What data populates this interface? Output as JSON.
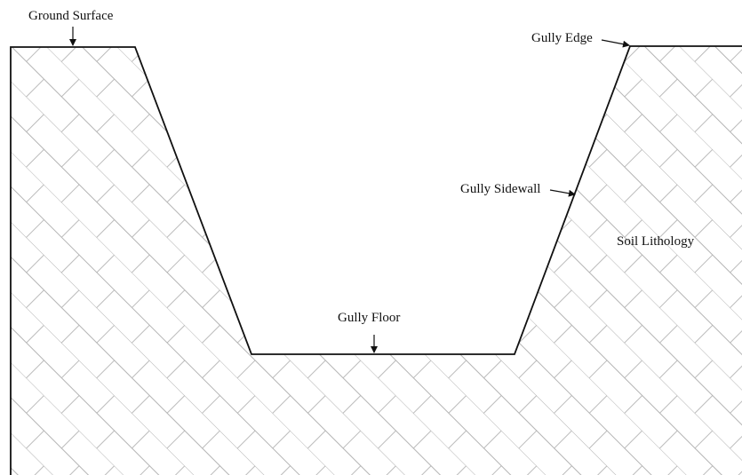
{
  "labels": {
    "ground_surface": "Ground Surface",
    "gully_edge": "Gully Edge",
    "gully_sidewall": "Gully Sidewall",
    "soil_lithology": "Soil Lithology",
    "gully_floor": "Gully Floor"
  },
  "colors": {
    "line": "#111111",
    "hatch": "#b4b4b4",
    "background": "#ffffff"
  }
}
